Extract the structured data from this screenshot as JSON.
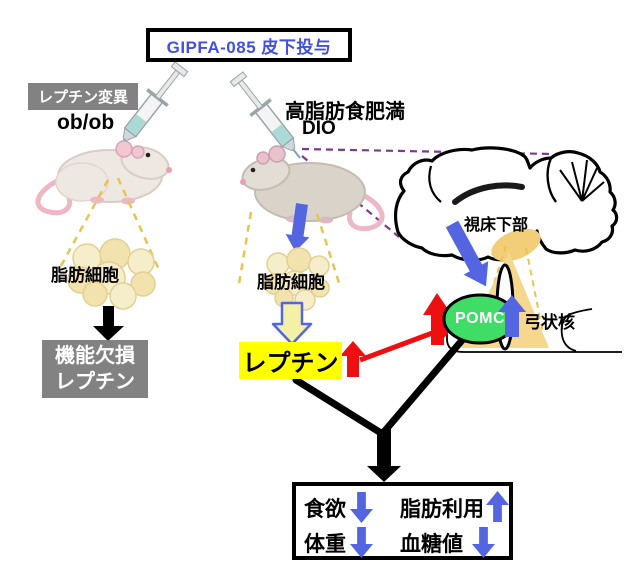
{
  "title": {
    "label": "GIPFA-085 皮下投与"
  },
  "left_model": {
    "condition": "レプチン変異",
    "strain": "ob/ob",
    "fat_cell_label": "脂肪細胞",
    "result_line1": "機能欠損",
    "result_line2": "レプチン"
  },
  "right_model": {
    "condition": "高脂肪食肥満",
    "strain": "DIO",
    "fat_cell_label": "脂肪細胞",
    "hormone_label": "レプチン"
  },
  "brain": {
    "hypothalamus_label": "視床下部",
    "pomc_label": "POMC",
    "arcuate_label": "弓状核"
  },
  "outcomes": {
    "items": [
      {
        "label": "食欲",
        "direction": "down"
      },
      {
        "label": "脂肪利用",
        "direction": "up"
      },
      {
        "label": "体重",
        "direction": "down"
      },
      {
        "label": "血糖値",
        "direction": "down"
      }
    ]
  },
  "colors": {
    "title_text_blue": "#4050e0",
    "arrow_blue": "#5465e1",
    "arrow_red": "#ee1010",
    "leptin_yellow": "#ffff00",
    "pomc_green": "#3fdd66",
    "gray_box": "#828282",
    "fat_cell_cream": "#f4e8c0",
    "hypothalamus_tan": "#f2ce79",
    "dash_yellow": "#e9c44f",
    "dash_purple": "#7b3a8e"
  }
}
